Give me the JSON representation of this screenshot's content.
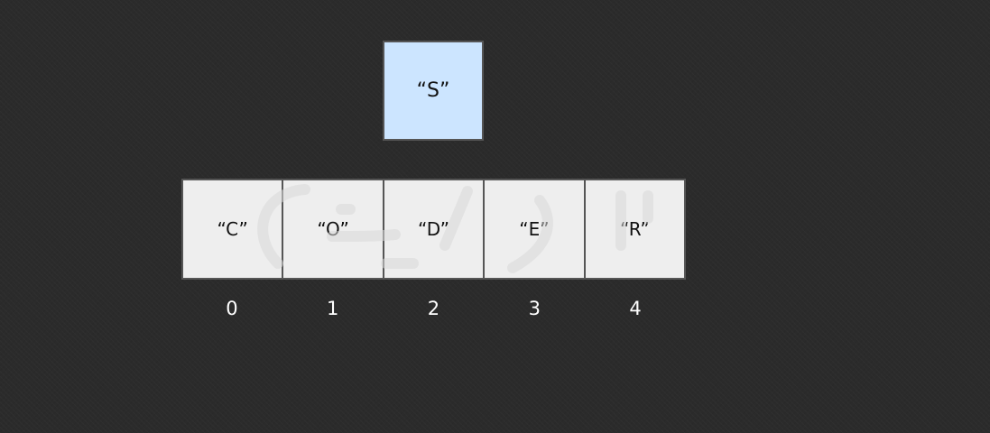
{
  "highlight": {
    "value": "“S”",
    "color": "#cce5ff"
  },
  "array": {
    "cells": [
      "“C”",
      "“O”",
      "“D”",
      "“E”",
      "“R”"
    ],
    "indices": [
      "0",
      "1",
      "2",
      "3",
      "4"
    ],
    "cell_color": "#eeeeee",
    "border_color": "#555555"
  },
  "background_color": "#2b2b2b"
}
